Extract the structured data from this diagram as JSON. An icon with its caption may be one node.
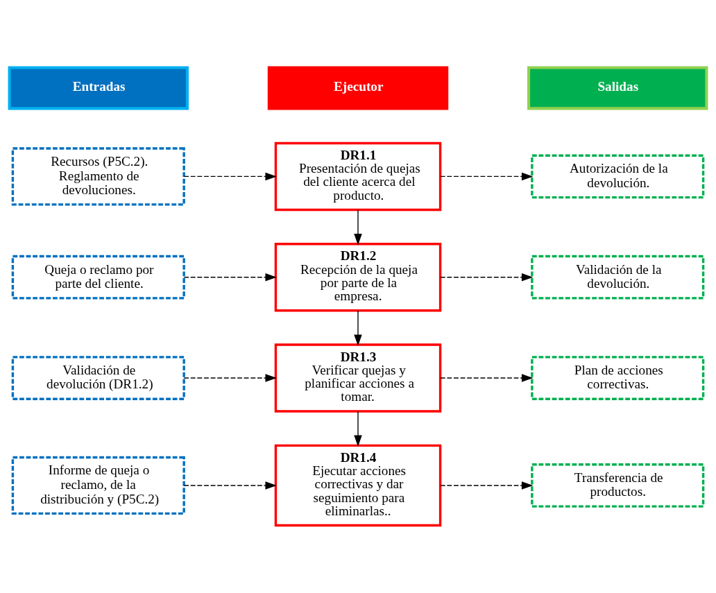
{
  "diagram": {
    "nodes": [
      {
        "text": [
          "Entradas"
        ]
      },
      {
        "text": [
          "Ejecutor"
        ]
      },
      {
        "text": [
          "Salidas"
        ]
      },
      {
        "text": [
          "Recursos (P5C.2). Reglamento de devoluciones."
        ]
      },
      {
        "text": [
          "DR1.1",
          "Presentación de quejas del cliente acerca del producto."
        ]
      },
      {
        "text": [
          "Autorización de la devolución."
        ]
      },
      {
        "text": [
          "Queja o reclamo por parte del cliente."
        ]
      },
      {
        "text": [
          "DR1.2",
          "Recepción de la queja por parte de la empresa."
        ]
      },
      {
        "text": [
          "Validación de la devolución."
        ]
      },
      {
        "text": [
          "Validación de devolución (DR1.2)"
        ]
      },
      {
        "text": [
          "DR1.3",
          "Verificar quejas y planificar acciones a tomar."
        ]
      },
      {
        "text": [
          "Plan de acciones correctivas."
        ]
      },
      {
        "text": [
          "Informe de queja o reclamo, de la distribución y (P5C.2)"
        ]
      },
      {
        "text": [
          "DR1.4",
          "Ejecutar acciones correctivas y dar seguimiento para eliminarlas.."
        ]
      },
      {
        "text": [
          "Transferencia de productos."
        ]
      }
    ],
    "edges": [
      {
        "from": 3,
        "to": 4,
        "arrow": "to",
        "style": "dashed"
      },
      {
        "from": 4,
        "to": 5,
        "arrow": "to",
        "style": "dashed"
      },
      {
        "from": 4,
        "to": 7,
        "arrow": "to"
      },
      {
        "from": 6,
        "to": 7,
        "arrow": "to",
        "style": "dashed"
      },
      {
        "from": 7,
        "to": 8,
        "arrow": "to",
        "style": "dashed"
      },
      {
        "from": 7,
        "to": 10,
        "arrow": "to"
      },
      {
        "from": 9,
        "to": 10,
        "arrow": "to",
        "style": "dashed"
      },
      {
        "from": 10,
        "to": 11,
        "arrow": "to",
        "style": "dashed"
      },
      {
        "from": 10,
        "to": 13,
        "arrow": "to"
      },
      {
        "from": 12,
        "to": 13,
        "arrow": "to",
        "style": "dashed"
      },
      {
        "from": 13,
        "to": 14,
        "arrow": "to",
        "style": "dashed"
      }
    ]
  }
}
